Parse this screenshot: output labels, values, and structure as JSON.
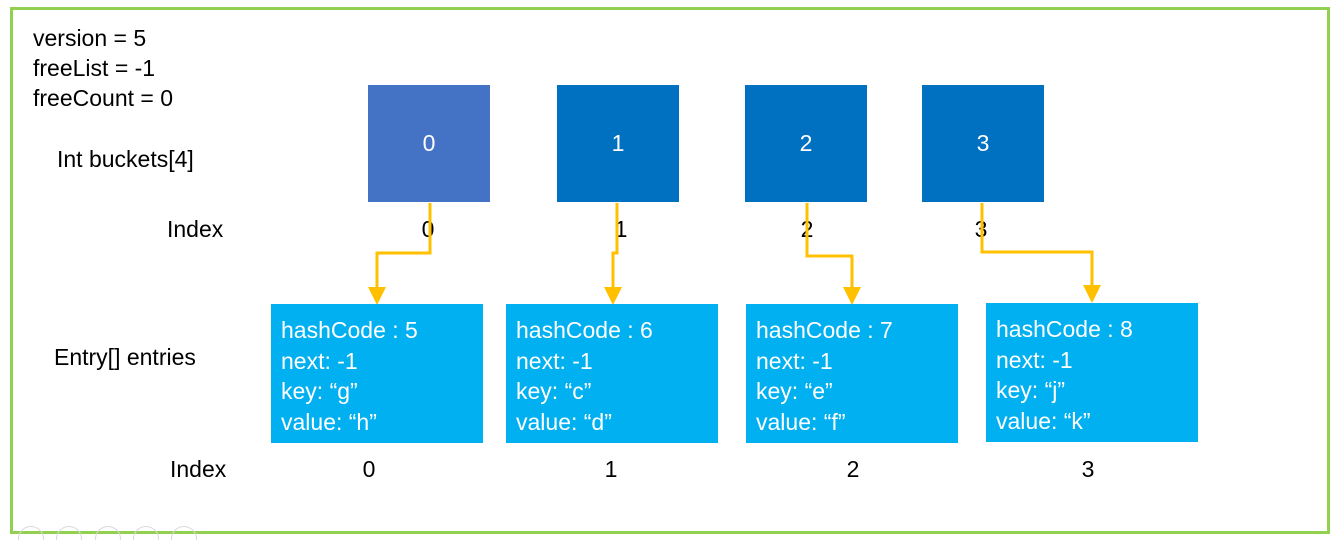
{
  "meta": {
    "version": "version = 5",
    "freeList": "freeList = -1",
    "freeCount": "freeCount = 0"
  },
  "labels": {
    "buckets": "Int buckets[4]",
    "bucket_index": "Index",
    "entries": "Entry[] entries",
    "entry_index": "Index"
  },
  "buckets": [
    "0",
    "1",
    "2",
    "3"
  ],
  "bucket_indices": [
    "0",
    "1",
    "2",
    "3"
  ],
  "entries": [
    {
      "hashCode": "hashCode : 5",
      "next": "next: -1",
      "key": "key: “g”",
      "value": "value: “h”"
    },
    {
      "hashCode": "hashCode : 6",
      "next": "next: -1",
      "key": "key: “c”",
      "value": "value: “d”"
    },
    {
      "hashCode": "hashCode : 7",
      "next": "next: -1",
      "key": "key: “e”",
      "value": "value: “f”"
    },
    {
      "hashCode": "hashCode : 8",
      "next": "next: -1",
      "key": "key: “j”",
      "value": "value: “k”"
    }
  ],
  "entry_indices": [
    "0",
    "1",
    "2",
    "3"
  ],
  "colors": {
    "frame": "#92d050",
    "bucket": "#0070c0",
    "bucket_first": "#4472c4",
    "entry": "#00b0f0",
    "arrow": "#ffc000"
  }
}
